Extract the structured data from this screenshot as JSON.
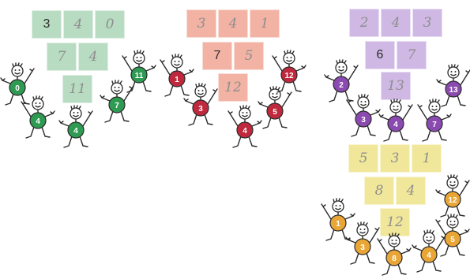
{
  "colors": {
    "green_cell": "#b8dcc2",
    "green_ball": "#2e9a52",
    "red_cell": "#f2b3a4",
    "red_ball": "#c0293d",
    "purple_cell": "#cfb8e4",
    "purple_ball": "#8a4ab0",
    "yellow_cell": "#f1e79a",
    "yellow_ball": "#e9a636"
  },
  "pyramids": [
    {
      "theme": "green",
      "row1": [
        {
          "v": "3",
          "style": "print"
        },
        {
          "v": "4",
          "style": "hand"
        },
        {
          "v": "0",
          "style": "hand"
        }
      ],
      "row2": [
        {
          "v": "7",
          "style": "hand"
        },
        {
          "v": "4",
          "style": "hand"
        }
      ],
      "row3": [
        {
          "v": "11",
          "style": "hand"
        }
      ],
      "figures": [
        "0",
        "4",
        "4",
        "11",
        "7"
      ]
    },
    {
      "theme": "red",
      "row1": [
        {
          "v": "3",
          "style": "hand"
        },
        {
          "v": "4",
          "style": "hand"
        },
        {
          "v": "1",
          "style": "hand"
        }
      ],
      "row2": [
        {
          "v": "7",
          "style": "print"
        },
        {
          "v": "5",
          "style": "hand"
        }
      ],
      "row3": [
        {
          "v": "12",
          "style": "hand"
        }
      ],
      "figures": [
        "1",
        "3",
        "4",
        "5",
        "12"
      ]
    },
    {
      "theme": "purple",
      "row1": [
        {
          "v": "2",
          "style": "hand"
        },
        {
          "v": "4",
          "style": "hand"
        },
        {
          "v": "3",
          "style": "hand"
        }
      ],
      "row2": [
        {
          "v": "6",
          "style": "print"
        },
        {
          "v": "7",
          "style": "hand"
        }
      ],
      "row3": [
        {
          "v": "13",
          "style": "hand"
        }
      ],
      "figures": [
        "2",
        "3",
        "4",
        "7",
        "13"
      ]
    },
    {
      "theme": "yellow",
      "row1": [
        {
          "v": "5",
          "style": "hand"
        },
        {
          "v": "3",
          "style": "hand"
        },
        {
          "v": "1",
          "style": "hand"
        }
      ],
      "row2": [
        {
          "v": "8",
          "style": "hand"
        },
        {
          "v": "4",
          "style": "hand"
        }
      ],
      "row3": [
        {
          "v": "12",
          "style": "hand"
        }
      ],
      "figures": [
        "1",
        "3",
        "8",
        "4",
        "5",
        "12"
      ]
    }
  ]
}
